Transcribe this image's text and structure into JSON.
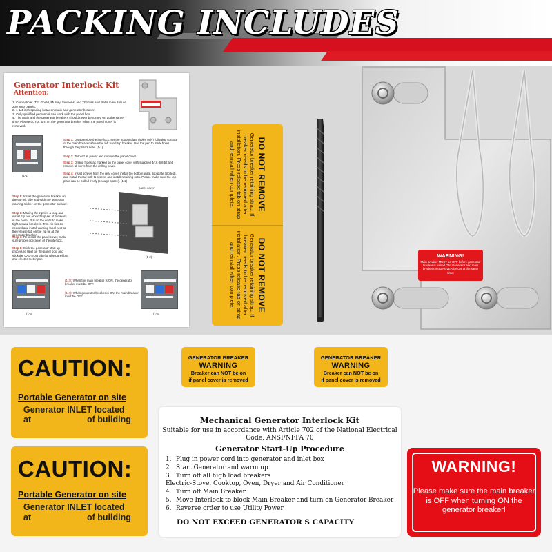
{
  "banner": {
    "title": "PACKING INCLUDES"
  },
  "sheet": {
    "title": "Generator Interlock Kit",
    "attention": "Attention:",
    "notes": [
      "1. Compatible: ITE, Gould, Murray, Siemens, and Thomas and Betts main 150 or 200 amp panels.",
      "2. 1 1/4 inch spacing between main and generator breaker.",
      "3. Only qualified personnel can work with the panel box.",
      "4. The main and the generator breakers should never be turned on at the same time. Please do not turn on the generator breaker when the panel cover is removed."
    ],
    "steps": [
      {
        "label": "Step 1:",
        "text": " Disassemble the interlock, set the bottom plate (holes only) following contour of the main breaker above the left hand top breaker. Use the pen to mark holes through the plate's hole. (1-1)"
      },
      {
        "label": "Step 2:",
        "text": " Turn off all power and remove the panel cover."
      },
      {
        "label": "Step 3:",
        "text": " Drilling holes as marked on the panel cover with supplied 3/16 drill bit and remove all burrs from the drilling cover."
      },
      {
        "label": "Step 4:",
        "text": " Insert screws from the rear cover, install the bottom plate, top plate (slotted), and install thread lock to screws and install retaining nuts. Please make sure the top plate can be pulled freely (enough space). (1-2)"
      },
      {
        "label": "Step 5:",
        "text": " Install the generator breaker on the top left side and stick the generator warning sticker on the generator breaker."
      },
      {
        "label": "Step 6:",
        "text": " Making the zip ties a loop and install zip ties around top set of breakers in the panel. Pull on the ends to make tight around breakers. Trim zip ties as needed and install warning label next to the release tab on the zip tie at the generator breaker."
      },
      {
        "label": "Step 7:",
        "text": " Re-install the panel cover, make sure proper operation of the interlock."
      },
      {
        "label": "Step 8:",
        "text": " Stick the generator start-up procedure label on the panel box, and stick the CAUTION label on the panel box and electric meter pan."
      }
    ],
    "captions": {
      "img1": "(1-1)",
      "img2": "(1-2)",
      "img3": "(1-3)",
      "img4": "(1-4)",
      "panel_cover": "panel cover",
      "note13_label": "(1-3)",
      "note13": ": When the main breaker is ON, the generator breaker must be OFF.",
      "note14_label": "(1-4)",
      "note14": ": When generator breaker is ON, the main breaker must be OFF."
    }
  },
  "strap_labels": {
    "title": "DO NOT REMOVE",
    "text": "Generator breaker retaining strap. If breaker needs to be removed after installation, Press release tab on strap and reinstall when complete."
  },
  "plate_warning": {
    "title": "WARNING!",
    "text": "Main breaker MUST be OFF before generator breaker is turned ON. Generator and main breakers must NEVER be ON at the same time!"
  },
  "caution": {
    "title": "CAUTION:",
    "subtitle": "Portable Generator on site",
    "line2": "Generator INLET located",
    "line3a": "at",
    "line3b": "of building"
  },
  "gen_warning": {
    "top": "GENERATOR BREAKER",
    "title": "WARNING",
    "text1": "Breaker can NOT be on",
    "text2": "if panel cover is removed"
  },
  "procedure": {
    "title": "Mechanical Generator Interlock Kit",
    "suitable": "Suitable for use in accordance with Article 702 of the National Electrical Code, ANSI/NFPA 70",
    "title2": "Generator Start-Up Procedure",
    "steps": [
      {
        "n": "1.",
        "text": "Plug in power cord into generator and inlet box"
      },
      {
        "n": "2.",
        "text": "Start Generator and warm up"
      },
      {
        "n": "3.",
        "text": "Turn off all high load breakers"
      },
      {
        "n": "",
        "text": "Electric-Stove, Cooktop, Oven, Dryer and Air Conditioner"
      },
      {
        "n": "4.",
        "text": "Turn off Main Breaker"
      },
      {
        "n": "5.",
        "text": "Move Interlock to block Main Breaker and turn on Generator Breaker"
      },
      {
        "n": "6.",
        "text": "Reverse order to use Utility Power"
      }
    ],
    "footer": "DO NOT EXCEED GENERATOR S CAPACITY"
  },
  "warning": {
    "title": "WARNING!",
    "text": "Please make sure the main breaker is OFF when turning ON the generator breaker!"
  },
  "colors": {
    "yellow": "#f2b61b",
    "red": "#e60e16",
    "accent_red": "#c0392b",
    "panel_gray": "#d9d9d9"
  }
}
